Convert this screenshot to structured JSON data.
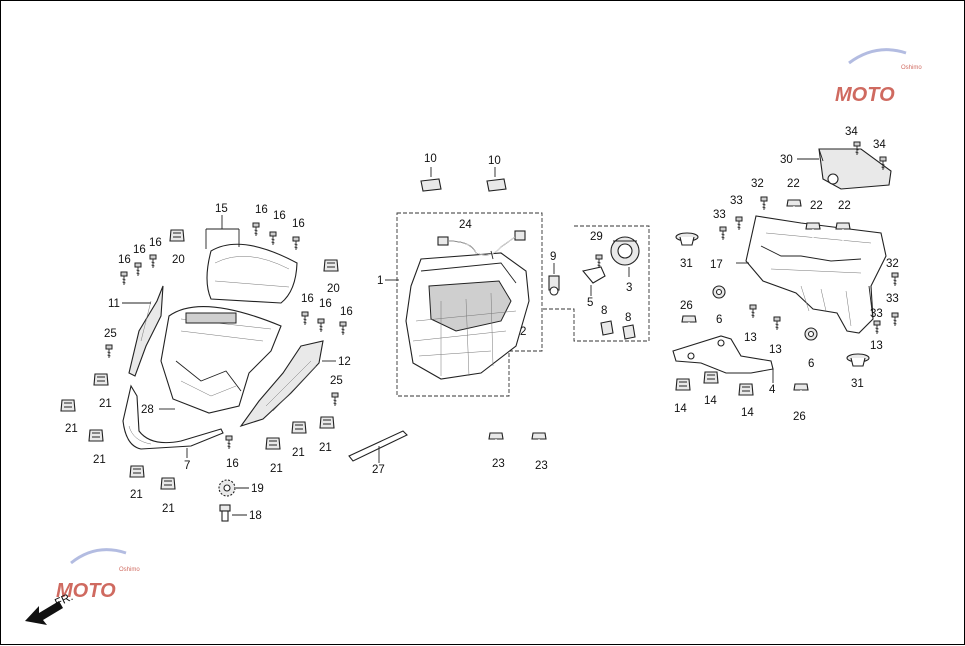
{
  "fr_label": "FR.",
  "logo_text": "MOTO",
  "logo_subtext": "Oshimo",
  "labels": {
    "l1": "1",
    "l2": "2",
    "l3": "3",
    "l4": "4",
    "l5": "5",
    "l6a": "6",
    "l6b": "6",
    "l7": "7",
    "l8a": "8",
    "l8b": "8",
    "l9": "9",
    "l10a": "10",
    "l10b": "10",
    "l11": "11",
    "l12": "12",
    "l13a": "13",
    "l13b": "13",
    "l13c": "13",
    "l14a": "14",
    "l14b": "14",
    "l14c": "14",
    "l15": "15",
    "l16a": "16",
    "l16b": "16",
    "l16c": "16",
    "l16d": "16",
    "l16e": "16",
    "l16f": "16",
    "l16g": "16",
    "l16h": "16",
    "l16i": "16",
    "l16j": "16",
    "l17": "17",
    "l18": "18",
    "l19": "19",
    "l20a": "20",
    "l20b": "20",
    "l21a": "21",
    "l21b": "21",
    "l21c": "21",
    "l21d": "21",
    "l21e": "21",
    "l21f": "21",
    "l21g": "21",
    "l21h": "21",
    "l22a": "22",
    "l22b": "22",
    "l22c": "22",
    "l23a": "23",
    "l23b": "23",
    "l24": "24",
    "l25a": "25",
    "l25b": "25",
    "l26a": "26",
    "l26b": "26",
    "l27": "27",
    "l28": "28",
    "l29": "29",
    "l30": "30",
    "l31a": "31",
    "l31b": "31",
    "l32a": "32",
    "l32b": "32",
    "l33a": "33",
    "l33b": "33",
    "l33c": "33",
    "l33d": "33",
    "l34a": "34",
    "l34b": "34"
  }
}
